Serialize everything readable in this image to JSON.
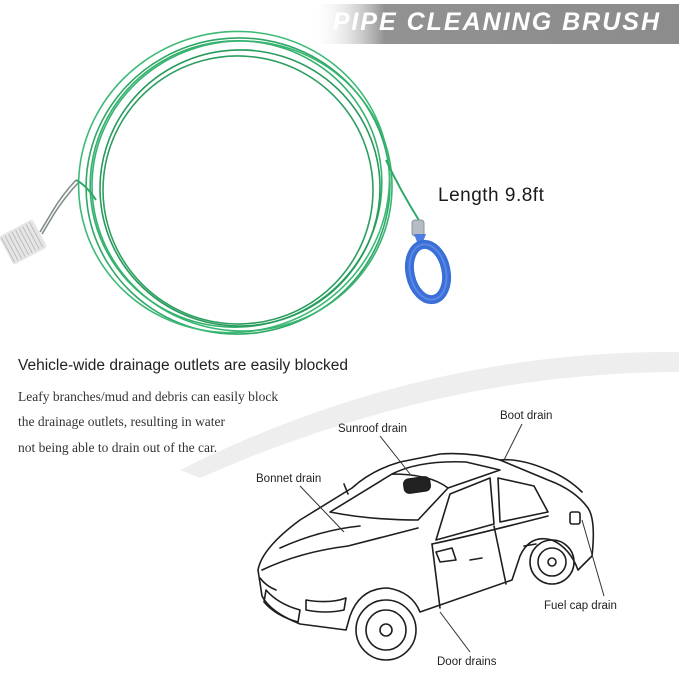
{
  "banner": {
    "title": "PIPE CLEANING BRUSH",
    "color": "#8c8c8c"
  },
  "product": {
    "length_label": "Length 9.8ft",
    "cable_color": "#2fa866",
    "ring_color": "#3a6fd8"
  },
  "section": {
    "heading": "Vehicle-wide drainage outlets are easily blocked",
    "description_lines": [
      "Leafy branches/mud and debris can easily block",
      "the drainage outlets, resulting in water",
      "not being able to drain out of the car."
    ]
  },
  "callouts": {
    "sunroof": "Sunroof drain",
    "boot": "Boot drain",
    "bonnet": "Bonnet drain",
    "fuel_cap": "Fuel cap drain",
    "door": "Door drains"
  }
}
